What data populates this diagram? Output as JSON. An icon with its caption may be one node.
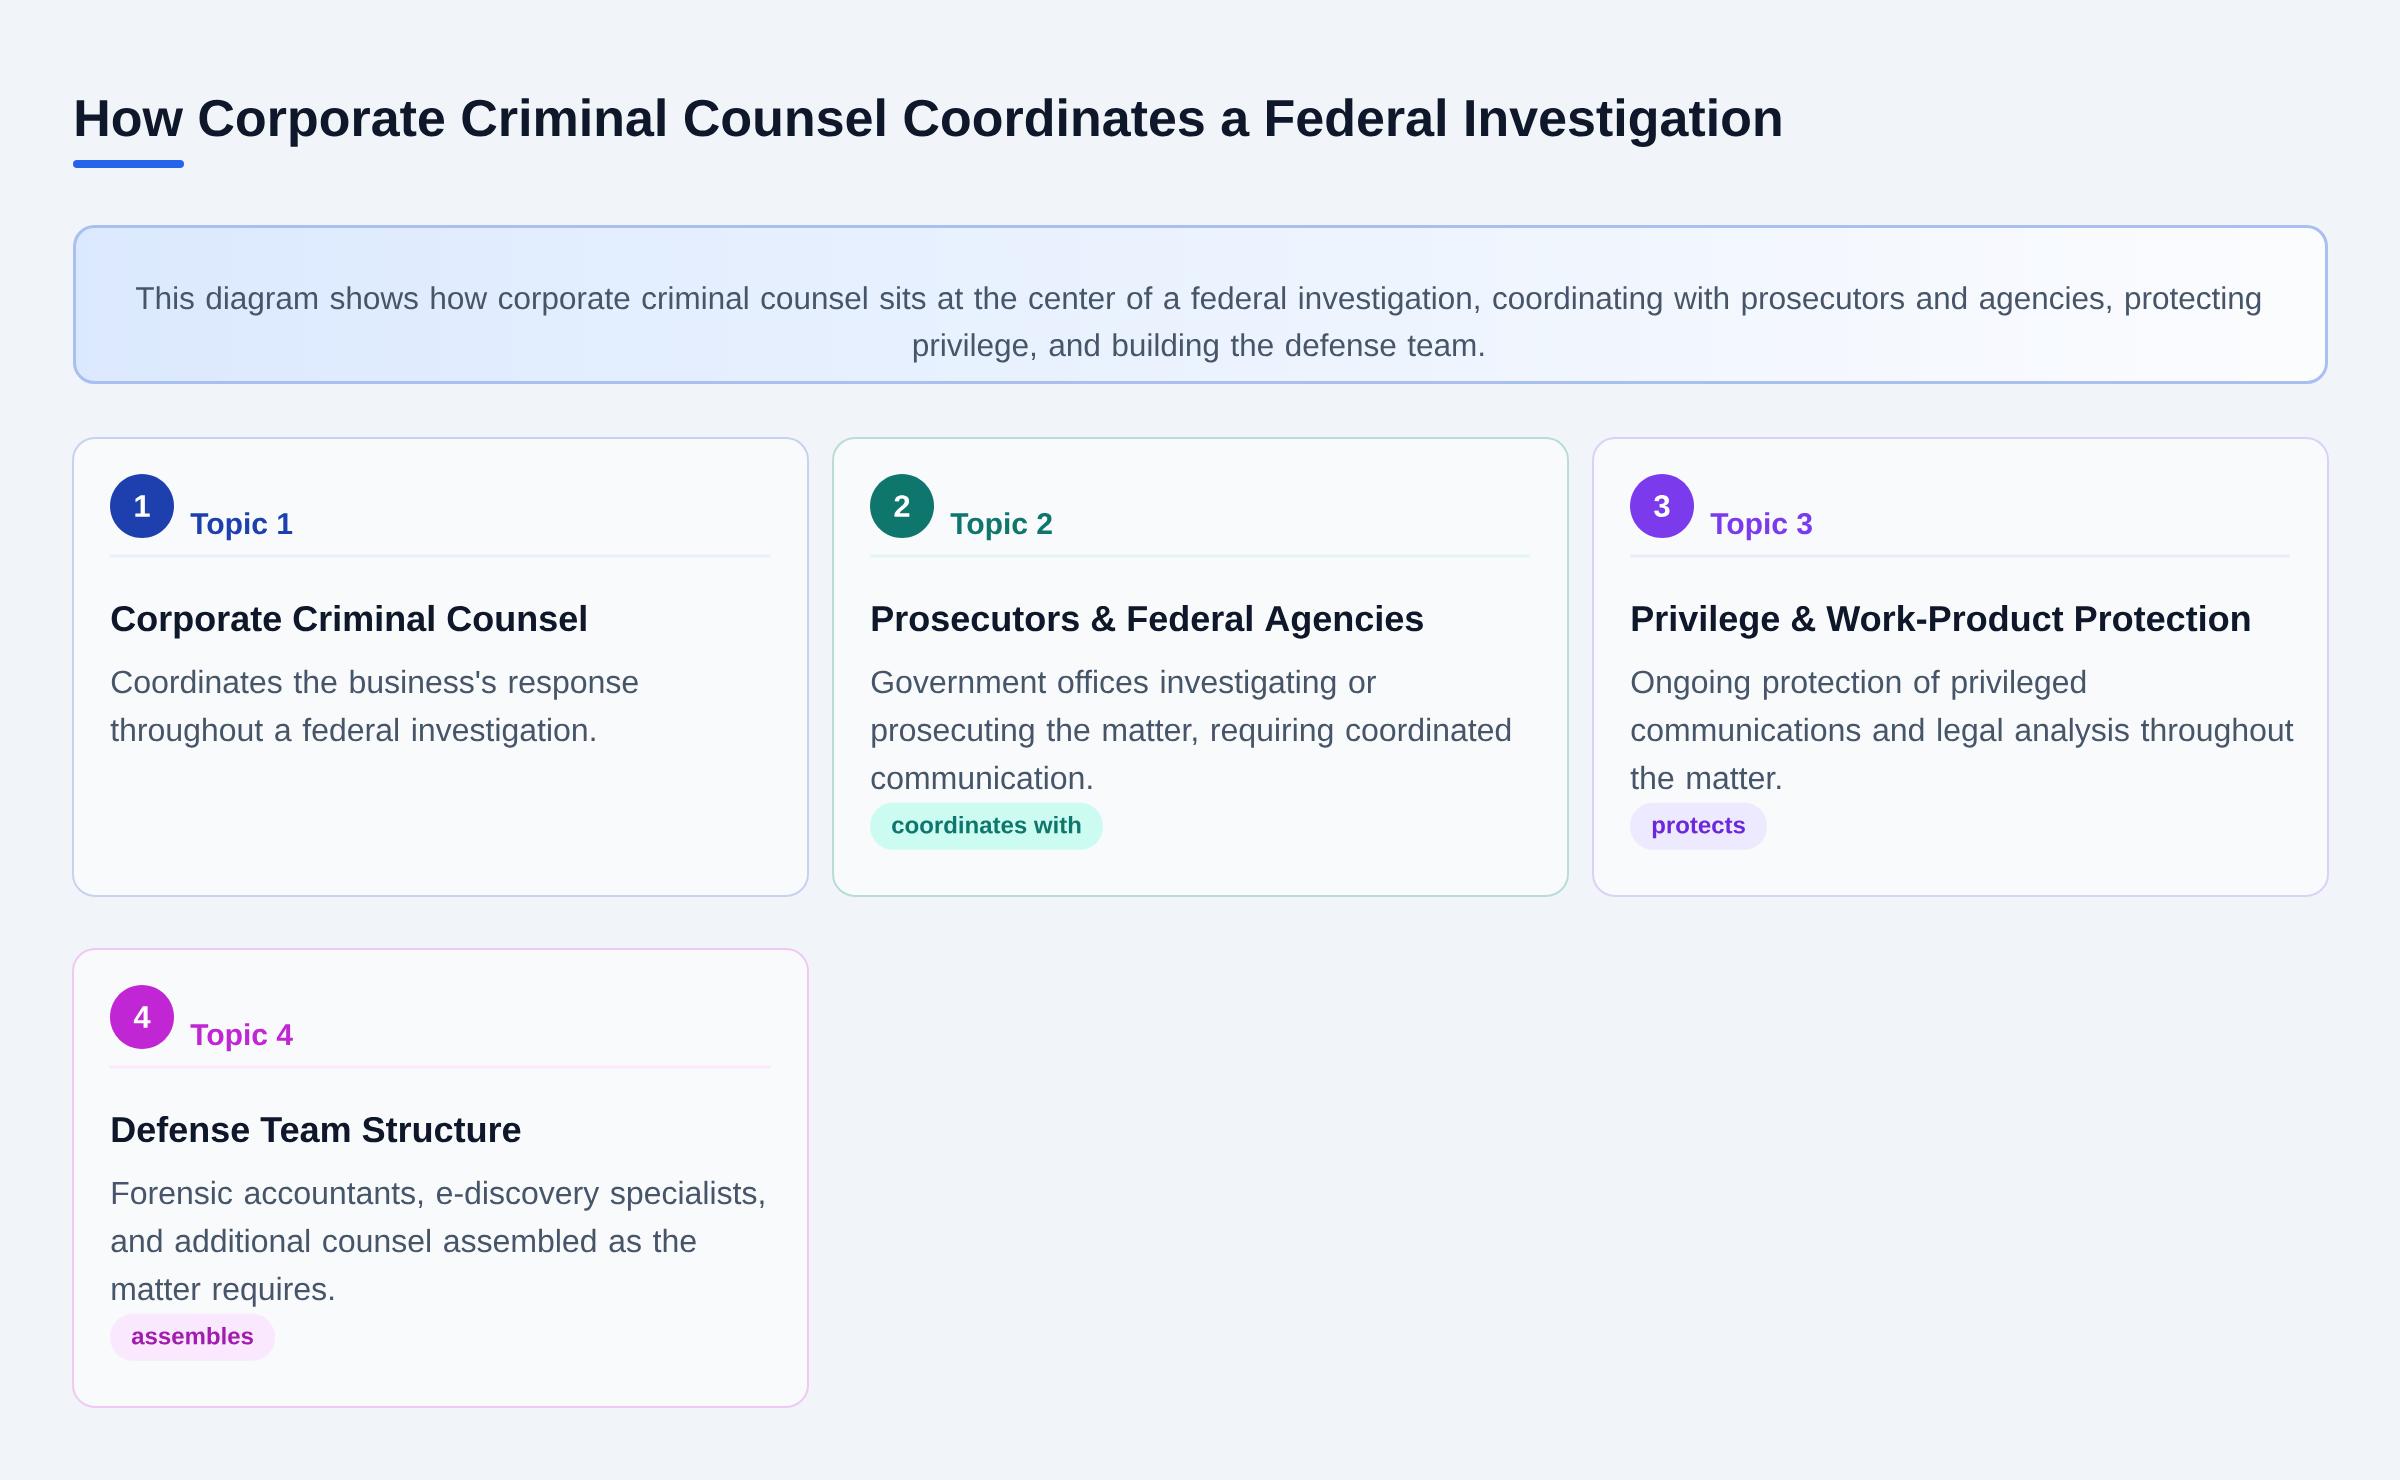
{
  "diagram": {
    "title": "How Corporate Criminal Counsel Coordinates a Federal Investigation",
    "nodes": [
      {
        "text": [
          "This diagram shows how corporate criminal counsel sits at the center of a federal investigation, coordinating with prosecutors and agencies, protecting privilege, and building the defense team."
        ]
      },
      {
        "text": [
          "Topic 1",
          "Corporate Criminal Counsel",
          "Coordinates the business's response throughout a federal investigation."
        ]
      },
      {
        "text": [
          "1"
        ],
        "in": 1
      },
      {
        "text": [
          "Topic 2",
          "Prosecutors & Federal Agencies",
          "Government offices investigating or prosecuting the matter, requiring coordinated communication."
        ]
      },
      {
        "text": [
          "2"
        ],
        "in": 3
      },
      {
        "text": [
          "coordinates with"
        ],
        "in": 3
      },
      {
        "text": [
          "Topic 3",
          "Privilege & Work-Product Protection",
          "Ongoing protection of privileged communications and legal analysis throughout the matter."
        ]
      },
      {
        "text": [
          "3"
        ],
        "in": 6
      },
      {
        "text": [
          "protects"
        ],
        "in": 6
      },
      {
        "text": [
          "Topic 4",
          "Defense Team Structure",
          "Forensic accountants, e-discovery specialists, and additional counsel assembled as the matter requires."
        ]
      },
      {
        "text": [
          "4"
        ],
        "in": 9
      },
      {
        "text": [
          "assembles"
        ],
        "in": 9
      }
    ]
  }
}
